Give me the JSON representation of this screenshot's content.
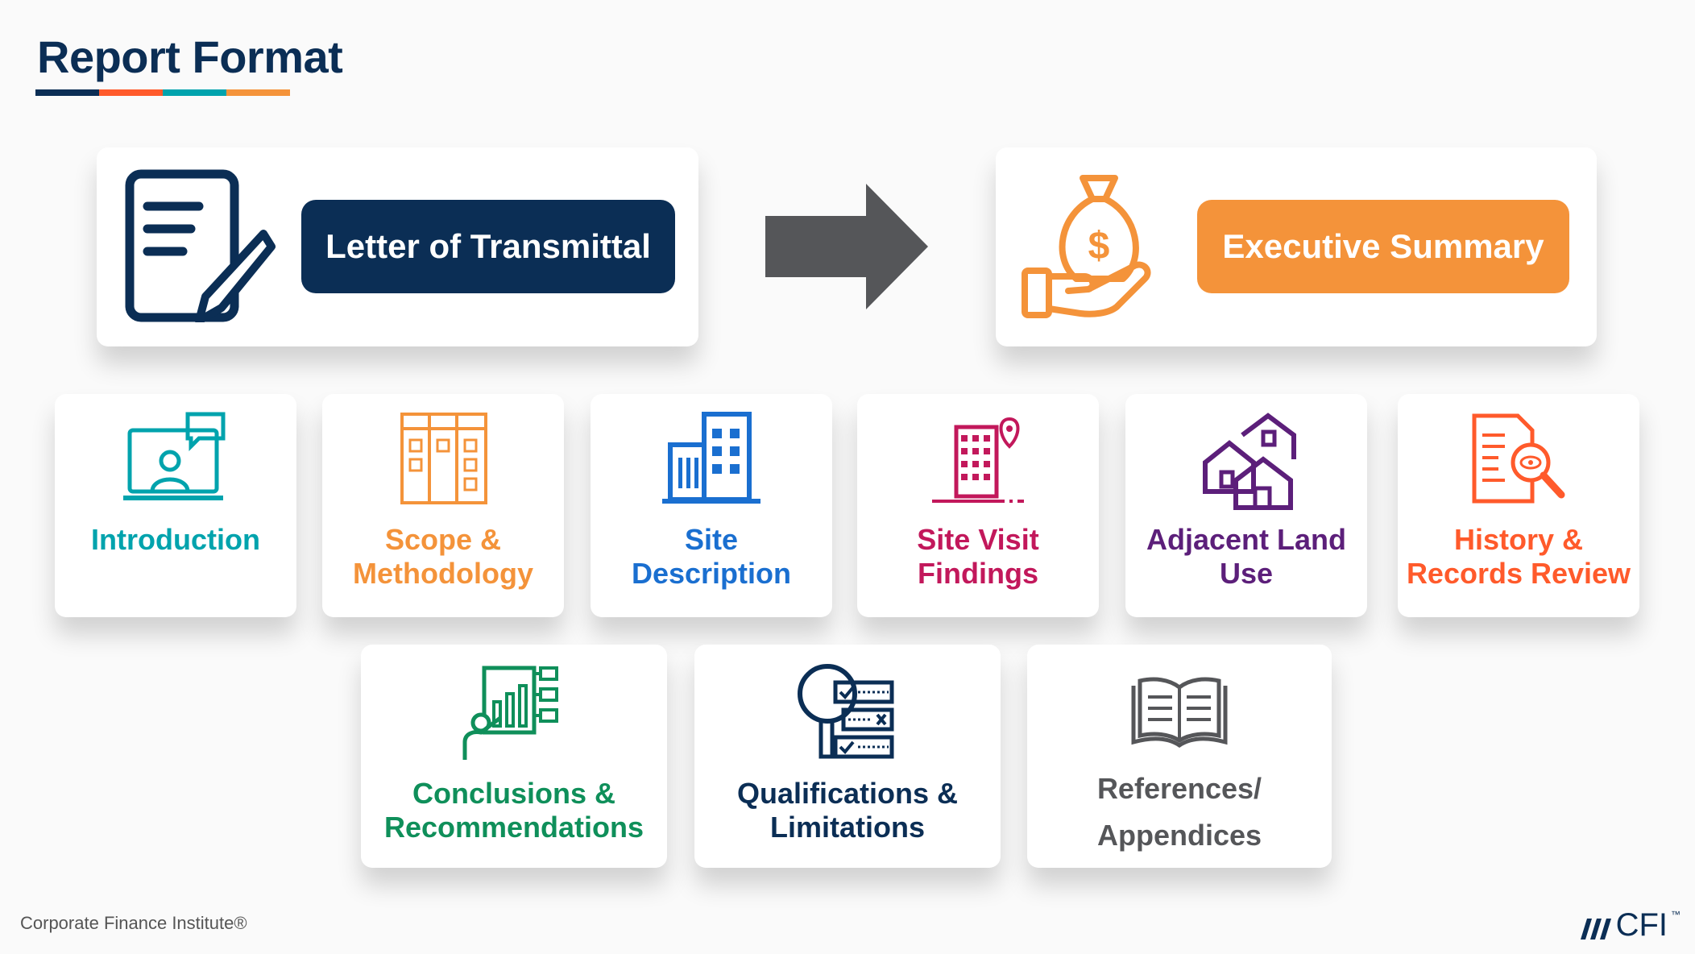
{
  "title": "Report Format",
  "colors": {
    "navy": "#0b2e55",
    "red_orange": "#ff5a2b",
    "teal": "#00a3ad",
    "orange": "#f4933a",
    "blue": "#1a6fd0",
    "magenta": "#c2185b",
    "purple": "#5c1f7a",
    "green": "#0f8f5a",
    "gray": "#555659"
  },
  "top": {
    "letter": {
      "label": "Letter of Transmittal",
      "icon": "document-pencil-icon"
    },
    "arrow": {
      "icon": "arrow-right-icon"
    },
    "summary": {
      "label": "Executive Summary",
      "icon": "money-bag-hand-icon"
    }
  },
  "sections": [
    {
      "line1": "Introduction",
      "line2": "",
      "icon": "computer-presenter-icon",
      "color": "#00a3ad"
    },
    {
      "line1": "Scope &",
      "line2": "Methodology",
      "icon": "checklist-board-icon",
      "color": "#f4933a"
    },
    {
      "line1": "Site",
      "line2": "Description",
      "icon": "buildings-icon",
      "color": "#1a6fd0"
    },
    {
      "line1": "Site Visit",
      "line2": "Findings",
      "icon": "building-location-icon",
      "color": "#c2185b"
    },
    {
      "line1": "Adjacent Land",
      "line2": "Use",
      "icon": "houses-icon",
      "color": "#5c1f7a"
    },
    {
      "line1": "History &",
      "line2": "Records Review",
      "icon": "document-magnifier-icon",
      "color": "#ff5a2b"
    },
    {
      "line1": "Conclusions &",
      "line2": "Recommendations",
      "icon": "presenter-chart-icon",
      "color": "#0f8f5a"
    },
    {
      "line1": "Qualifications &",
      "line2": "Limitations",
      "icon": "magnifier-checklist-icon",
      "color": "#0b2e55"
    },
    {
      "line1": "References/",
      "line2": "Appendices",
      "icon": "open-book-icon",
      "color": "#555659"
    }
  ],
  "footer": {
    "text": "Corporate Finance Institute®",
    "logo": "CFI",
    "tm": "™"
  }
}
